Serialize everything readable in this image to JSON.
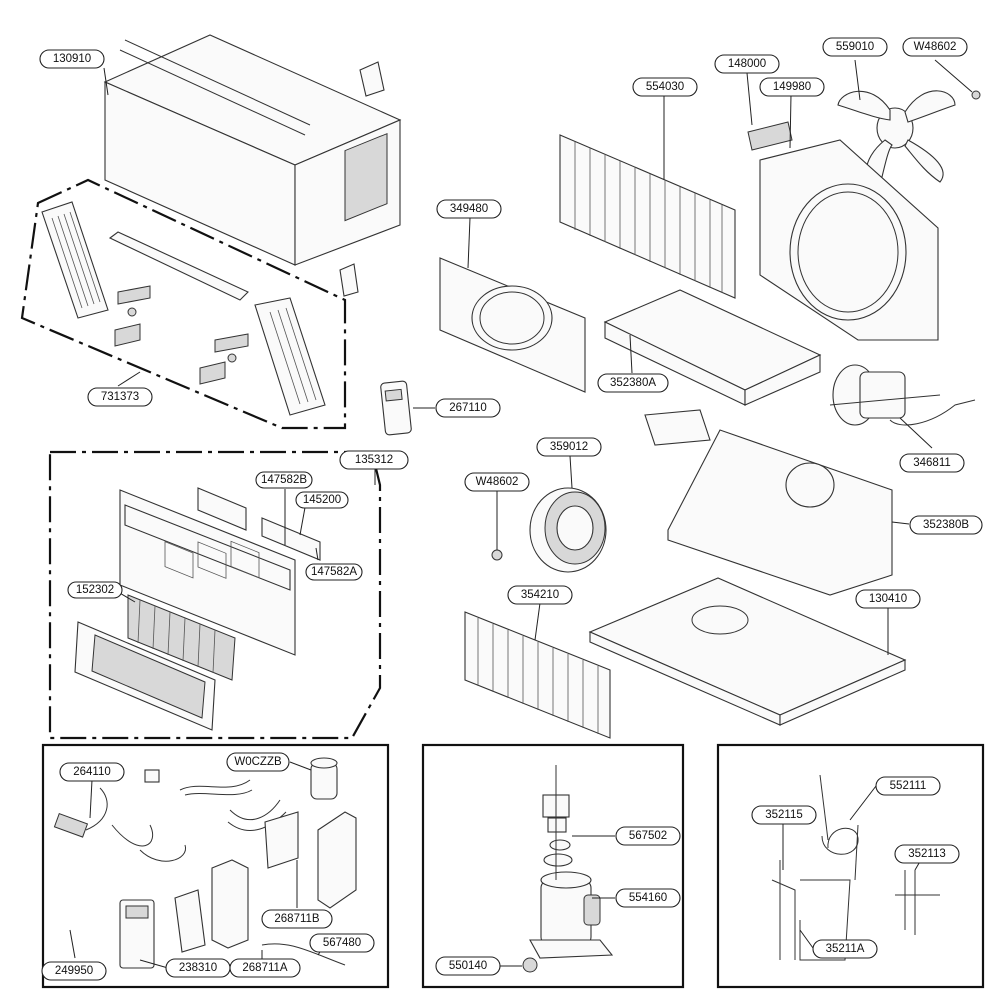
{
  "parts": {
    "p130910": "130910",
    "p731373": "731373",
    "p267110": "267110",
    "p135312": "135312",
    "p147582B": "147582B",
    "p145200": "145200",
    "p147582A": "147582A",
    "p152302": "152302",
    "p148000": "148000",
    "p559010": "559010",
    "pW48602a": "W48602",
    "p554030": "554030",
    "p149980": "149980",
    "p349480": "349480",
    "p352380A": "352380A",
    "p346811": "346811",
    "p359012": "359012",
    "pW48602b": "W48602",
    "p352380B": "352380B",
    "p354210": "354210",
    "p130410": "130410",
    "p264110": "264110",
    "pW0CZZB": "W0CZZB",
    "p268711B": "268711B",
    "p567480": "567480",
    "p249950": "249950",
    "p238310": "238310",
    "p268711A": "268711A",
    "p567502": "567502",
    "p554160": "554160",
    "p550140": "550140",
    "p552111": "552111",
    "p352115": "352115",
    "p352113": "352113",
    "p35211A": "35211A"
  }
}
